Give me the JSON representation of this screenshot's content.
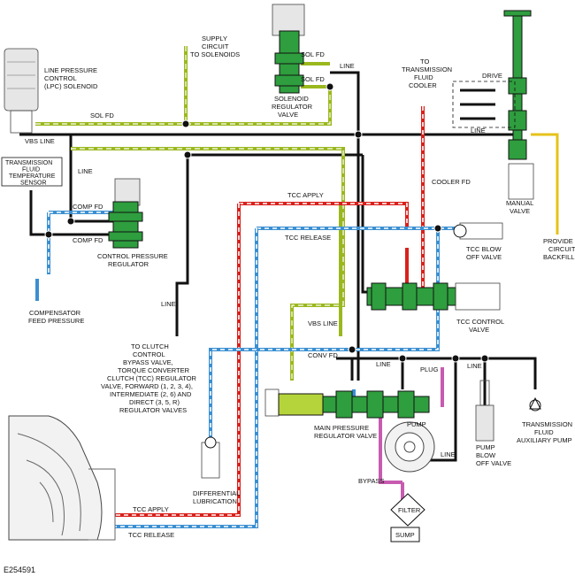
{
  "figure_id": "E254591",
  "colors": {
    "line": "#111111",
    "sol_fd": "#9ab81e",
    "tcc_apply": "#d9201b",
    "tcc_release": "#3a8fd1",
    "component": "#2e9e3e",
    "pump": "#c75bb0",
    "backfill": "#e6c21a"
  },
  "labels": {
    "supply_circuit": [
      "SUPPLY",
      "CIRCUIT",
      "TO SOLENOIDS"
    ],
    "lpc_solenoid": [
      "LINE PRESSURE",
      "CONTROL",
      "(LPC) SOLENOID"
    ],
    "sol_fd_top": "SOL FD",
    "sol_fd_mid": "SOL FD",
    "sol_fd_left": "SOL FD",
    "line_top": "LINE",
    "solenoid_reg_valve": [
      "SOLENOID",
      "REGULATOR",
      "VALVE"
    ],
    "to_cooler": [
      "TO",
      "TRANSMISSION",
      "FLUID",
      "COOLER"
    ],
    "drive": "DRIVE",
    "line_manual": "LINE",
    "vbs_line_top": "VBS LINE",
    "tft_sensor": [
      "TRANSMISSION",
      "FLUID",
      "TEMPERATURE",
      "SENSOR"
    ],
    "line_left": "LINE",
    "comp_fd_1": "COMP FD",
    "comp_fd_2": "COMP FD",
    "cpr": [
      "CONTROL PRESSURE",
      "REGULATOR"
    ],
    "tcc_apply_top": "TCC APPLY",
    "tcc_release_top": "TCC RELEASE",
    "cooler_fd": "COOLER FD",
    "manual_valve": [
      "MANUAL",
      "VALVE"
    ],
    "provides_backfill": [
      "PROVIDE",
      "CIRCUIT",
      "BACKFILL"
    ],
    "tcc_blow_off": [
      "TCC BLOW",
      "OFF VALVE"
    ],
    "compensator": [
      "COMPENSATOR",
      "FEED PRESSURE"
    ],
    "line_mid": "LINE",
    "tcc_control": [
      "TCC CONTROL",
      "VALVE"
    ],
    "vbs_line_mid": "VBS LINE",
    "to_clutch": [
      "TO CLUTCH",
      "CONTROL",
      "BYPASS VALVE,",
      "TORQUE CONVERTER",
      "CLUTCH (TCC) REGULATOR",
      "VALVE, FORWARD (1, 2, 3, 4),",
      "INTERMEDIATE (2, 6) AND",
      "DIRECT (3, 5, R)",
      "REGULATOR VALVES"
    ],
    "conv_fd": "CONV FD",
    "line_pump1": "LINE",
    "plug": "PLUG",
    "line_pump2": "LINE",
    "tf_aux_pump": [
      "TRANSMISSION",
      "FLUID",
      "AUXILIARY PUMP"
    ],
    "main_pressure": [
      "MAIN PRESSURE",
      "REGULATOR VALVE"
    ],
    "pump": "PUMP",
    "line_pump3": "LINE",
    "pump_blow_off": [
      "PUMP",
      "BLOW",
      "OFF VALVE"
    ],
    "diff_lube": [
      "DIFFERENTIAL",
      "LUBRICATION"
    ],
    "bypass": "BYPASS",
    "filter": "FILTER",
    "sump": "SUMP",
    "tcc_apply_bottom": "TCC APPLY",
    "tcc_release_bottom": "TCC RELEASE"
  }
}
